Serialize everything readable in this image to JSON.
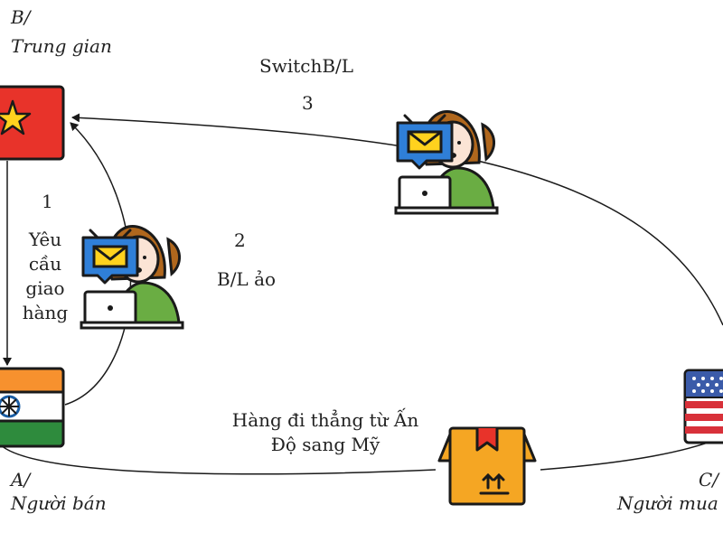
{
  "nodes": {
    "b": {
      "letter": "B/",
      "name": "Trung gian"
    },
    "a": {
      "letter": "A/",
      "name": "Người bán"
    },
    "c": {
      "letter": "C/",
      "name": "Người mua"
    }
  },
  "steps": {
    "s1": {
      "number": "1",
      "line1": "Yêu",
      "line2": "cầu",
      "line3": "giao",
      "line4": "hàng"
    },
    "s2": {
      "number": "2",
      "text": "B/L ảo"
    },
    "s3": {
      "number": "3",
      "text": "SwitchB/L"
    }
  },
  "shipping": {
    "line1": "Hàng đi thẳng từ Ấn",
    "line2": "Độ sang Mỹ"
  },
  "colors": {
    "vietnam_red": "#e8332a",
    "star_yellow": "#ffd21e",
    "india_saffron": "#f7912e",
    "india_green": "#2e8b3d",
    "ashoka_blue": "#1b5fa6",
    "usa_red": "#d8313a",
    "usa_blue": "#3b5ba9",
    "box_orange": "#f5a623",
    "envelope_blue": "#2f7fd8",
    "hair_brown": "#b0671d",
    "shirt_green": "#6aad43",
    "outline": "#1a1a1a"
  }
}
